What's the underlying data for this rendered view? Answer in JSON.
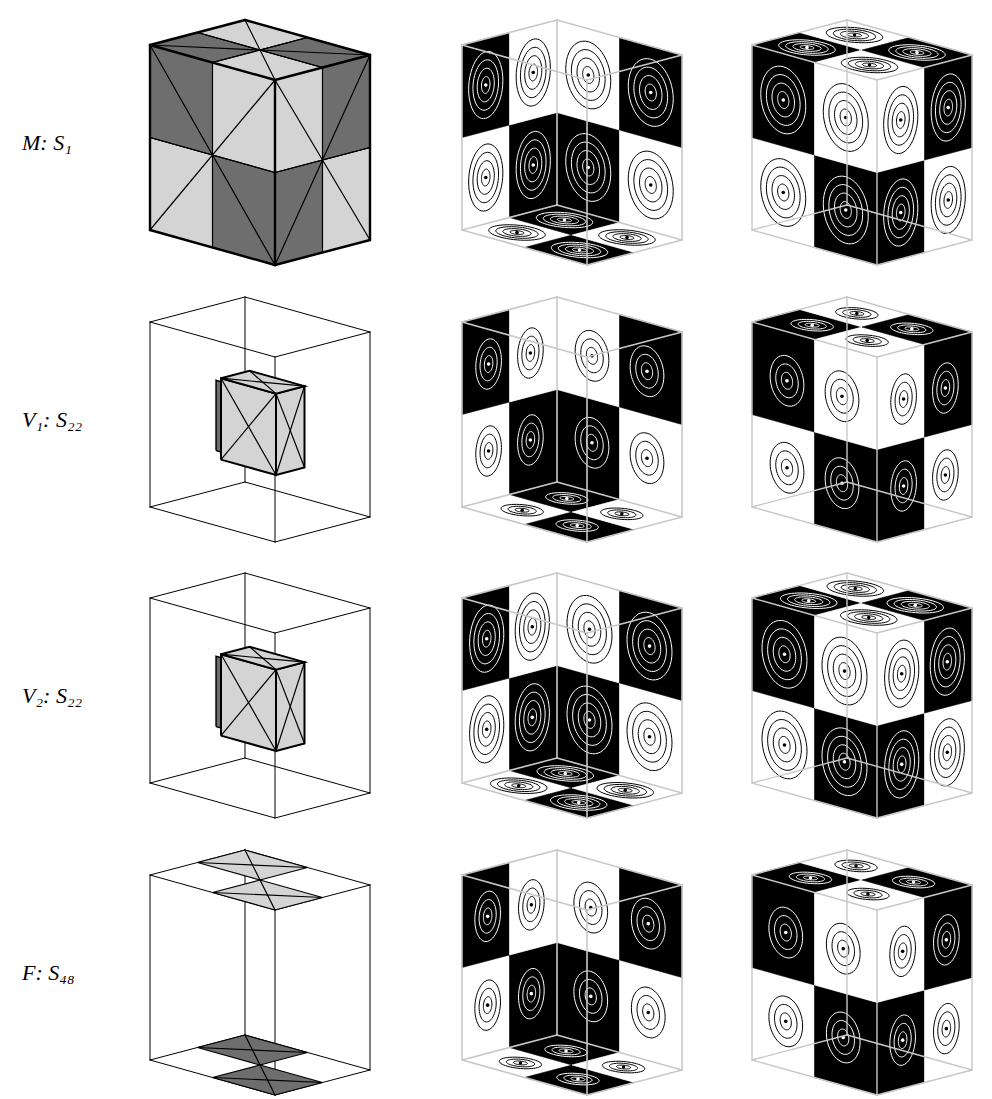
{
  "diagram": {
    "labels": [
      "M: S₁",
      "V₁: S₂₂",
      "V₂: S₂₂",
      "F: S₄₈"
    ]
  }
}
